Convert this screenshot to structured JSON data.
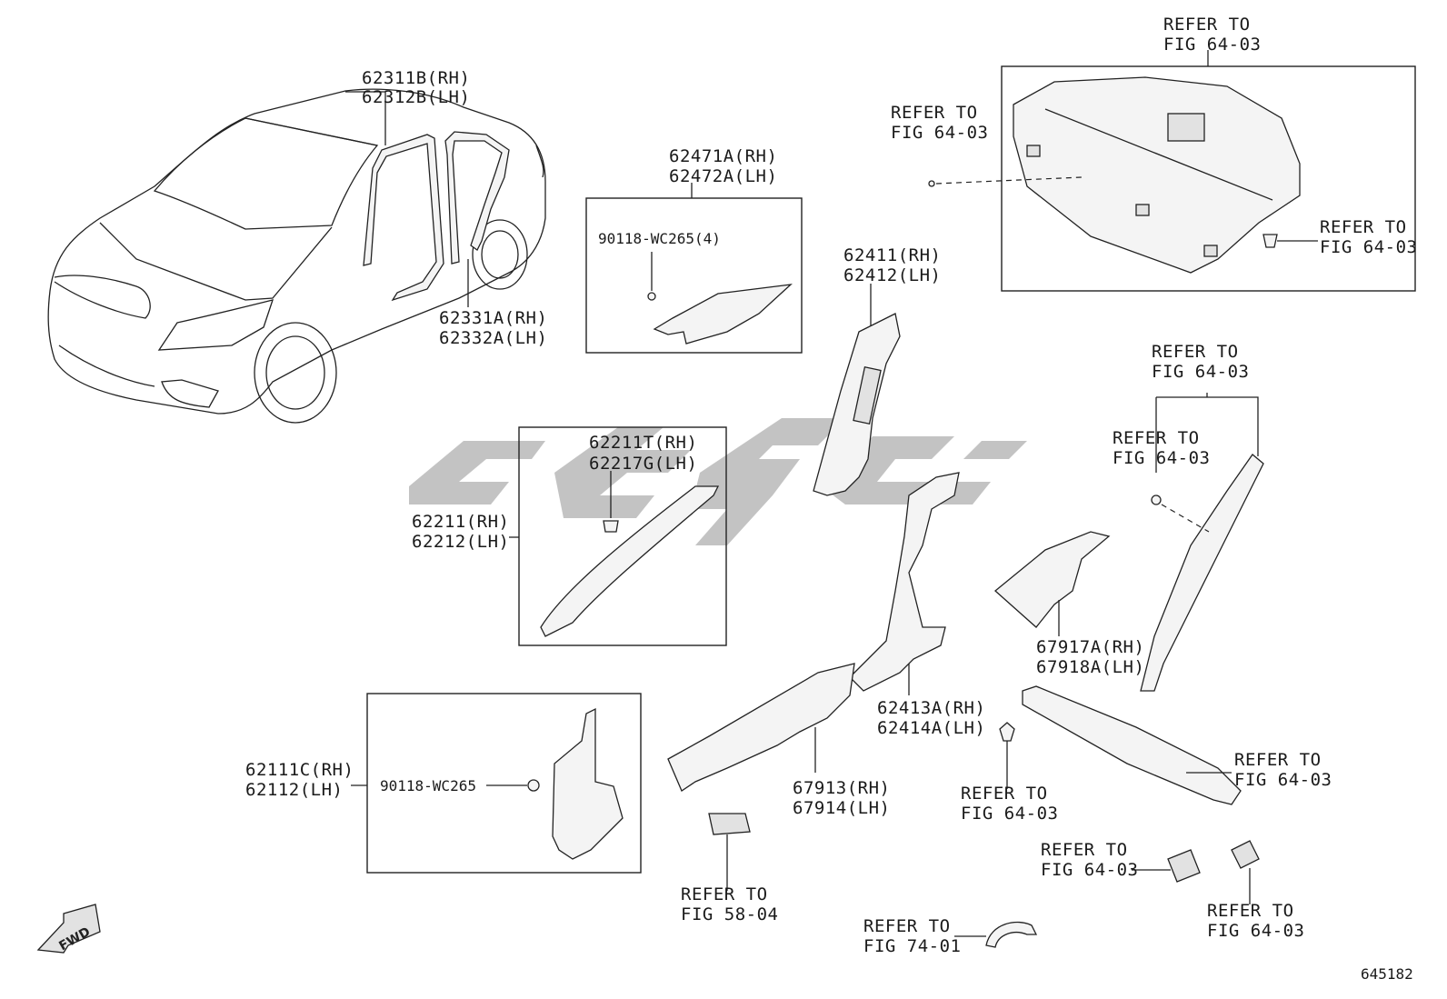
{
  "diagram_id": "645182",
  "fwd_label": "FWD",
  "labels": {
    "p62311b": "62311B(RH)",
    "p62312b": "62312B(LH)",
    "p62331a": "62331A(RH)",
    "p62332a": "62332A(LH)",
    "p62471a": "62471A(RH)",
    "p62472a": "62472A(LH)",
    "bolt_4": "90118-WC265(4)",
    "p62411": "62411(RH)",
    "p62412": "62412(LH)",
    "p62211t": "62211T(RH)",
    "p62217g": "62217G(LH)",
    "p62211": "62211(RH)",
    "p62212": "62212(LH)",
    "p62413a": "62413A(RH)",
    "p62414a": "62414A(LH)",
    "p67917a": "67917A(RH)",
    "p67918a": "67918A(LH)",
    "p62111c": "62111C(RH)",
    "p62112": "62112(LH)",
    "bolt_1": "90118-WC265",
    "p67913": "67913(RH)",
    "p67914": "67914(LH)"
  },
  "refers": {
    "r1": {
      "a": "REFER TO",
      "b": "FIG 64-03"
    },
    "r2": {
      "a": "REFER TO",
      "b": "FIG 64-03"
    },
    "r3": {
      "a": "REFER TO",
      "b": "FIG 64-03"
    },
    "r4": {
      "a": "REFER TO",
      "b": "FIG 64-03"
    },
    "r5": {
      "a": "REFER TO",
      "b": "FIG 64-03"
    },
    "r6": {
      "a": "REFER TO",
      "b": "FIG 64-03"
    },
    "r7": {
      "a": "REFER TO",
      "b": "FIG 64-03"
    },
    "r8": {
      "a": "REFER TO",
      "b": "FIG 64-03"
    },
    "r9": {
      "a": "REFER TO",
      "b": "FIG 58-04"
    },
    "r10": {
      "a": "REFER TO",
      "b": "FIG 74-01"
    },
    "r11": {
      "a": "REFER TO",
      "b": "FIG 64-03"
    }
  }
}
